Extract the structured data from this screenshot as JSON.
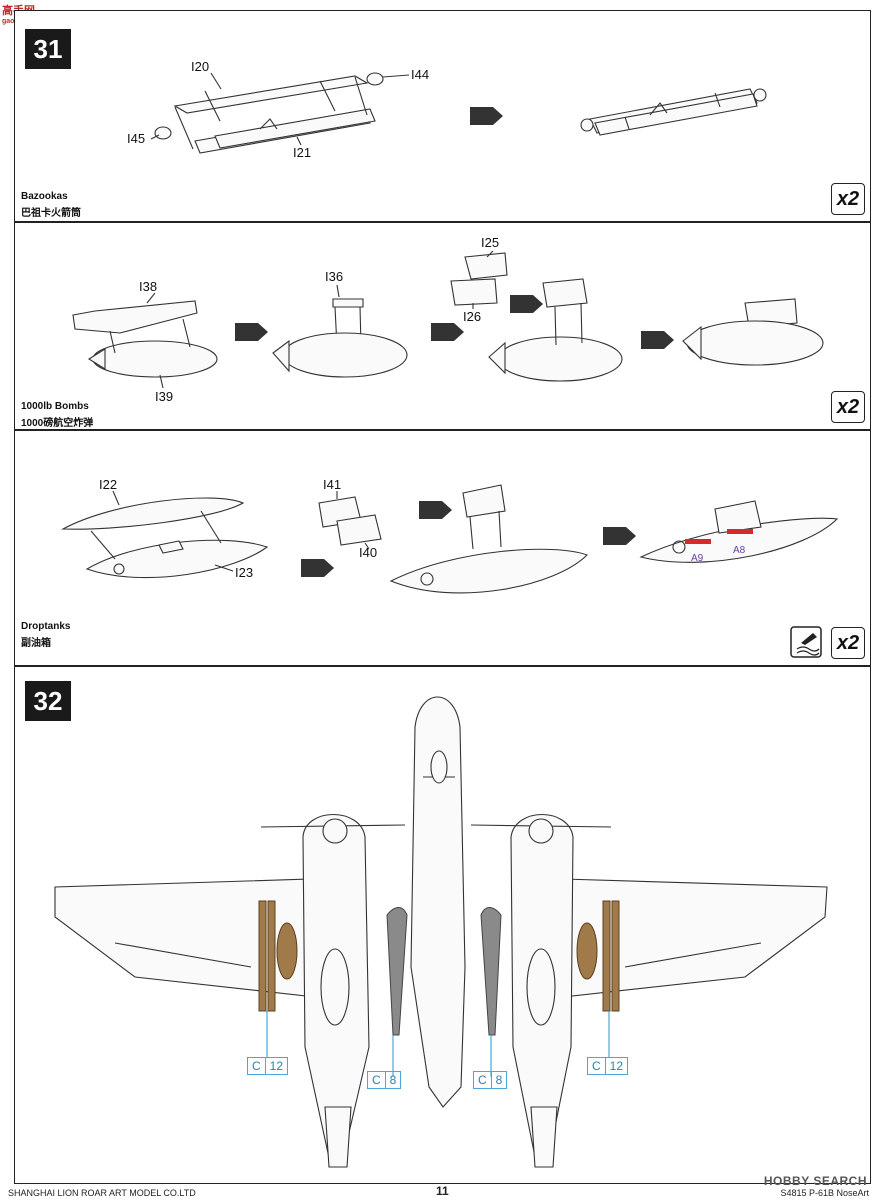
{
  "watermark_top": "高手网",
  "watermark_top_sub": "gao-shou.com",
  "panels": [
    {
      "step": "31",
      "caption_en": "Bazookas",
      "caption_zh": "巴祖卡火箭筒",
      "multiplier": "x2",
      "parts": [
        "I20",
        "I44",
        "I45",
        "I21"
      ]
    },
    {
      "caption_en": "1000lb Bombs",
      "caption_zh": "1000磅航空炸弹",
      "multiplier": "x2",
      "parts": [
        "I38",
        "I39",
        "I36",
        "I25",
        "I26"
      ]
    },
    {
      "caption_en": "Droptanks",
      "caption_zh": "副油箱",
      "multiplier": "x2",
      "parts": [
        "I22",
        "I23",
        "I41",
        "I40"
      ],
      "decals": [
        "A9",
        "A8"
      ]
    },
    {
      "step": "32",
      "callouts": [
        {
          "letter": "C",
          "number": "12"
        },
        {
          "letter": "C",
          "number": "8"
        },
        {
          "letter": "C",
          "number": "8"
        },
        {
          "letter": "C",
          "number": "12"
        }
      ]
    }
  ],
  "footer": {
    "company": "SHANGHAI LION ROAR ART MODEL CO.LTD",
    "page": "11",
    "kit": "S4815  P-61B  NoseArt"
  },
  "watermark_bottom": "HOBBY SEARCH",
  "colors": {
    "outline": "#333333",
    "callout": "#4aa8d8",
    "rocket_tube": "#a07a48",
    "droptank": "#8a8a8a",
    "decal_red": "#d42a2a",
    "decal_text": "#6a3aa8"
  }
}
